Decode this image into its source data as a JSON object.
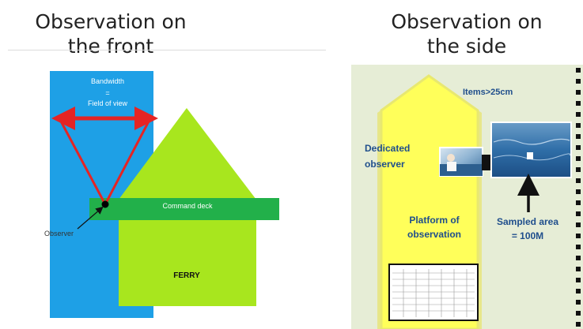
{
  "front": {
    "title_line1": "Observation on",
    "title_line2": "the front",
    "bandwidth_label": "Bandwidth",
    "equals_label": "=",
    "field_label": "Field of view",
    "command_deck_label": "Command deck",
    "observer_label": "Observer",
    "ferry_label": "FERRY"
  },
  "side": {
    "title_line1": "Observation on",
    "title_line2": "the side",
    "items_label": "Items>25cm",
    "dedicated_line1": "Dedicated",
    "dedicated_line2": "observer",
    "platform_line1": "Platform of",
    "platform_line2": "observation",
    "sampled_line1": "Sampled area",
    "sampled_line2": "= 100M"
  },
  "colors": {
    "blue_field": "#1ea0e6",
    "ferry_green": "#a8e61e",
    "deck_green": "#22b04a",
    "view_red": "#e52424",
    "platform_yellow": "#ffff5a",
    "side_bg": "#e6edd6",
    "side_text_blue": "#1f4e8c"
  }
}
